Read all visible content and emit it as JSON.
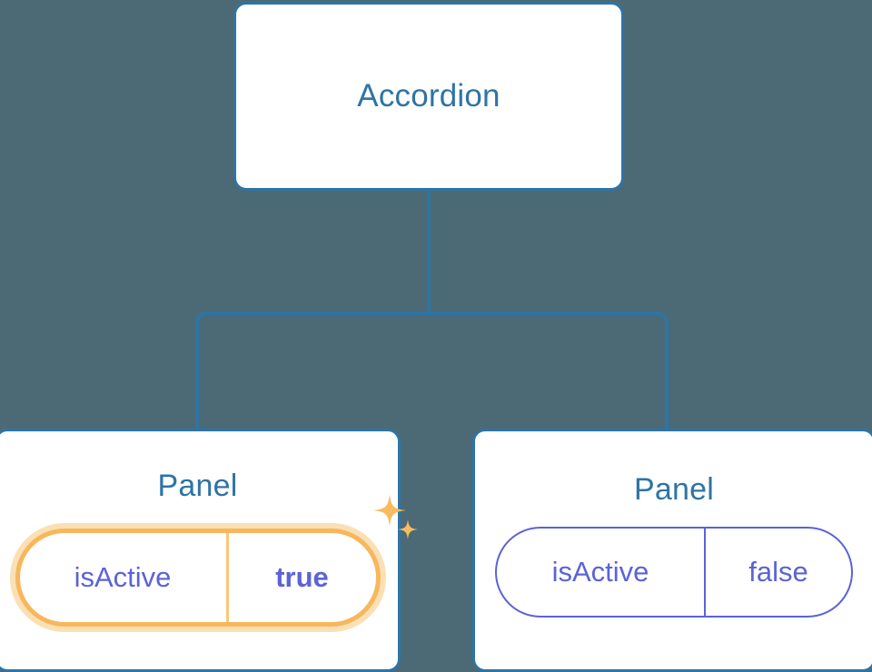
{
  "background_color": "#4c6a75",
  "theme": {
    "node_border": "#2e74a5",
    "node_title_color": "#2e74a5",
    "node_fill": "#ffffff",
    "connector_color": "#2e74a5",
    "prop_color": "#5b63d6",
    "highlight_border": "#f7b75c",
    "highlight_glow": "#fbe0b6",
    "sparkle_color": "#f9bb60"
  },
  "tree": {
    "root": {
      "title": "Accordion"
    },
    "children": [
      {
        "title": "Panel",
        "highlighted": true,
        "prop": {
          "key": "isActive",
          "value": "true"
        },
        "sparkle_icon": "sparkles-icon"
      },
      {
        "title": "Panel",
        "highlighted": false,
        "prop": {
          "key": "isActive",
          "value": "false"
        }
      }
    ]
  }
}
